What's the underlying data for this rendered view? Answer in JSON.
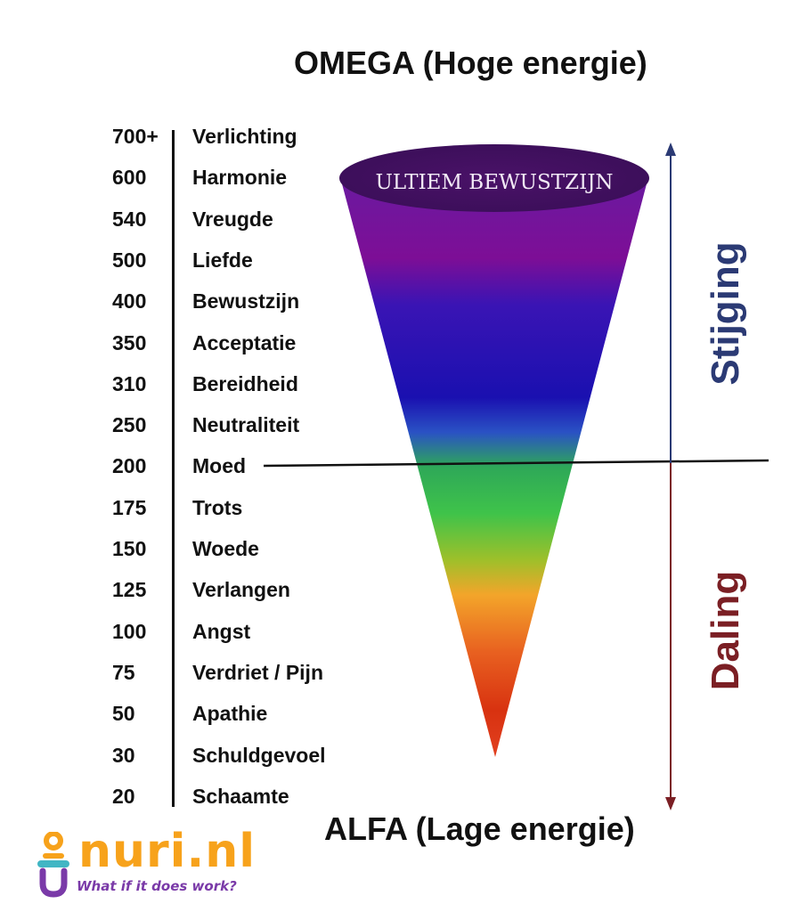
{
  "header": {
    "omega": "OMEGA (Hoge energie)"
  },
  "footer": {
    "alfa": "ALFA (Lage energie)"
  },
  "cone": {
    "label": "ULTIEM BEWUSTZIJN"
  },
  "levels": [
    {
      "value": "700+",
      "name": "Verlichting"
    },
    {
      "value": "600",
      "name": "Harmonie"
    },
    {
      "value": "540",
      "name": "Vreugde"
    },
    {
      "value": "500",
      "name": "Liefde"
    },
    {
      "value": "400",
      "name": "Bewustzijn"
    },
    {
      "value": "350",
      "name": "Acceptatie"
    },
    {
      "value": "310",
      "name": "Bereidheid"
    },
    {
      "value": "250",
      "name": "Neutraliteit"
    },
    {
      "value": "200",
      "name": "Moed"
    },
    {
      "value": "175",
      "name": "Trots"
    },
    {
      "value": "150",
      "name": "Woede"
    },
    {
      "value": "125",
      "name": "Verlangen"
    },
    {
      "value": "100",
      "name": "Angst"
    },
    {
      "value": "75",
      "name": "Verdriet / Pijn"
    },
    {
      "value": "50",
      "name": "Apathie"
    },
    {
      "value": "30",
      "name": "Schuldgevoel"
    },
    {
      "value": "20",
      "name": "Schaamte"
    }
  ],
  "side": {
    "up": "Stijging",
    "down": "Daling"
  },
  "colors": {
    "up": "#2b3a74",
    "down": "#7b1f24",
    "logo_orange": "#f7a21b",
    "logo_purple": "#7a3aa8"
  },
  "logo": {
    "name": "nuri.nl",
    "tagline": "What if it does work?"
  }
}
